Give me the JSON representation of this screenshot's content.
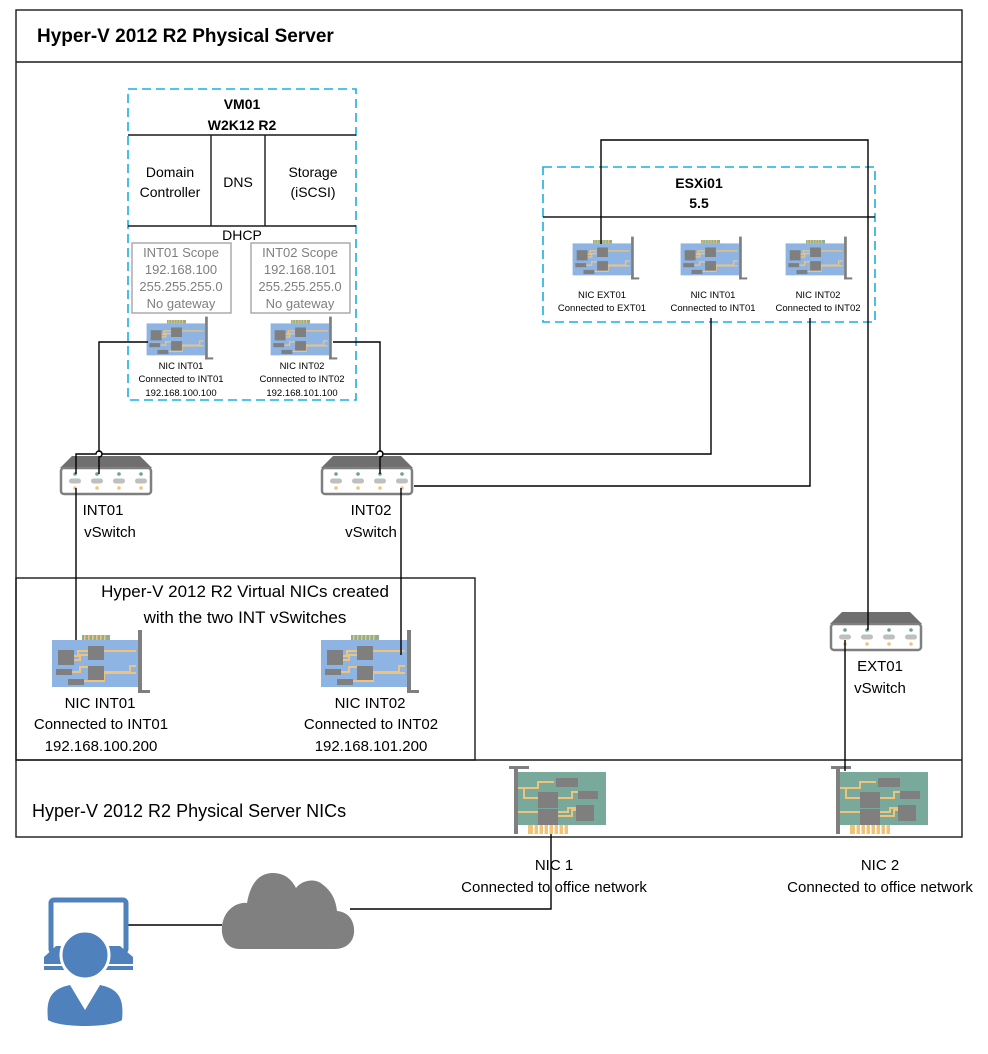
{
  "server": {
    "title": "Hyper-V 2012 R2 Physical Server",
    "nics_section_title": "Hyper-V 2012 R2 Physical Server NICs",
    "virtual_nics_section_title_line1": "Hyper-V 2012 R2 Virtual NICs created",
    "virtual_nics_section_title_line2": "with the two INT vSwitches"
  },
  "vm01": {
    "name": "VM01",
    "os": "W2K12 R2",
    "roles": [
      "Domain",
      "Controller",
      "DNS",
      "Storage",
      "(iSCSI)"
    ],
    "dhcp_label": "DHCP",
    "scopes": [
      {
        "name": "INT01 Scope",
        "network": "192.168.100",
        "mask": "255.255.255.0",
        "gateway": "No gateway"
      },
      {
        "name": "INT02 Scope",
        "network": "192.168.101",
        "mask": "255.255.255.0",
        "gateway": "No gateway"
      }
    ],
    "nics": [
      {
        "name": "NIC INT01",
        "connection": "Connected to INT01",
        "ip": "192.168.100.100"
      },
      {
        "name": "NIC INT02",
        "connection": "Connected to INT02",
        "ip": "192.168.101.100"
      }
    ]
  },
  "esxi01": {
    "name": "ESXi01",
    "version": "5.5",
    "nics": [
      {
        "name": "NIC EXT01",
        "connection": "Connected to EXT01"
      },
      {
        "name": "NIC INT01",
        "connection": "Connected to INT01"
      },
      {
        "name": "NIC INT02",
        "connection": "Connected to INT02"
      }
    ]
  },
  "vswitches": [
    {
      "name": "INT01",
      "type": "vSwitch"
    },
    {
      "name": "INT02",
      "type": "vSwitch"
    },
    {
      "name": "EXT01",
      "type": "vSwitch"
    }
  ],
  "host_virtual_nics": [
    {
      "name": "NIC INT01",
      "connection": "Connected to INT01",
      "ip": "192.168.100.200"
    },
    {
      "name": "NIC INT02",
      "connection": "Connected to INT02",
      "ip": "192.168.101.200"
    }
  ],
  "physical_nics": [
    {
      "name": "NIC 1",
      "connection": "Connected to office network"
    },
    {
      "name": "NIC 2",
      "connection": "Connected to office network"
    }
  ],
  "icons": {
    "nic": "network-card-icon",
    "switch": "network-switch-icon",
    "cloud": "cloud-icon",
    "user": "laptop-user-icon"
  },
  "colors": {
    "vm_border": "#1aaee5",
    "nic_virtual_board": "#8eb4e3",
    "nic_physical_board": "#79a99a",
    "trace": "#f0c27a",
    "chip": "#808080",
    "cloud": "#808080",
    "user": "#4f81bd"
  }
}
